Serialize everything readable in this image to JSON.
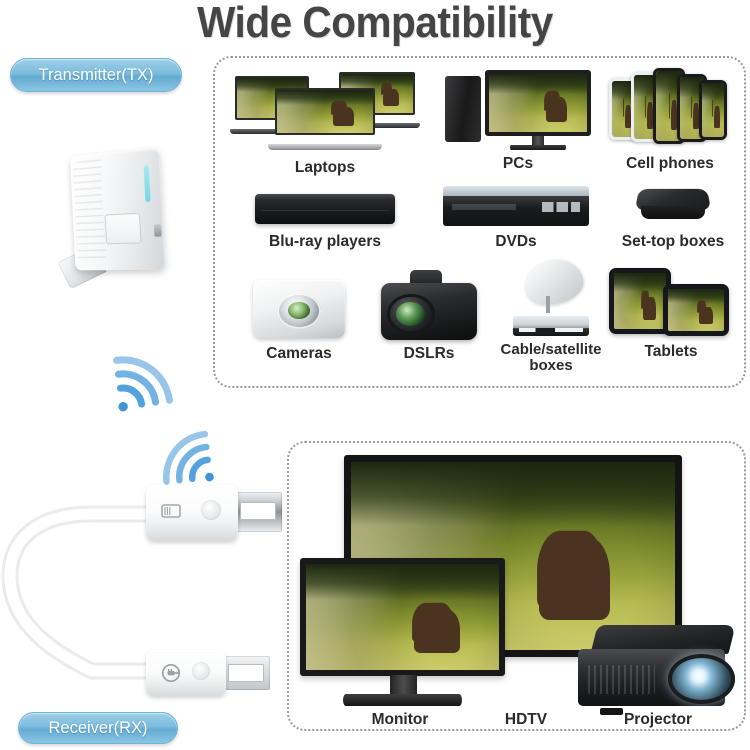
{
  "header": {
    "title": "Wide Compatibility"
  },
  "badges": {
    "transmitter": "Transmitter(TX)",
    "receiver": "Receiver(RX)",
    "color": "#7bbcdd",
    "text_color": "#ffffff"
  },
  "source_panel": {
    "name": "transmitter-source-devices",
    "rows": [
      {
        "items": [
          {
            "label": "Laptops",
            "icon": "laptop-icon"
          },
          {
            "label": "PCs",
            "icon": "desktop-pc-icon"
          },
          {
            "label": "Cell phones",
            "icon": "smartphone-icon"
          }
        ]
      },
      {
        "items": [
          {
            "label": "Blu-ray players",
            "icon": "bluray-player-icon"
          },
          {
            "label": "DVDs",
            "icon": "dvd-player-icon"
          },
          {
            "label": "Set-top boxes",
            "icon": "set-top-box-icon"
          }
        ]
      },
      {
        "items": [
          {
            "label": "Cameras",
            "icon": "compact-camera-icon"
          },
          {
            "label": "DSLRs",
            "icon": "dslr-camera-icon"
          },
          {
            "label": "Cable/satellite\nboxes",
            "icon": "satellite-dish-icon"
          },
          {
            "label": "Tablets",
            "icon": "tablet-icon"
          }
        ]
      }
    ]
  },
  "display_panel": {
    "name": "receiver-display-devices",
    "items": [
      {
        "label": "Monitor",
        "icon": "computer-monitor-icon"
      },
      {
        "label": "HDTV",
        "icon": "hdtv-icon"
      },
      {
        "label": "Projector",
        "icon": "projector-icon"
      }
    ]
  },
  "devices": {
    "transmitter_name": "hdmi-transmitter-dongle",
    "receiver_name": "hdmi-usb-receiver-cable",
    "wifi_signal_name": "wifi-signal-icon"
  },
  "colors": {
    "title": "#454545",
    "label": "#2b2b2b",
    "panel_border": "#9a9a9a",
    "background": "#ffffff",
    "led_accent": "#5fd4e6"
  }
}
